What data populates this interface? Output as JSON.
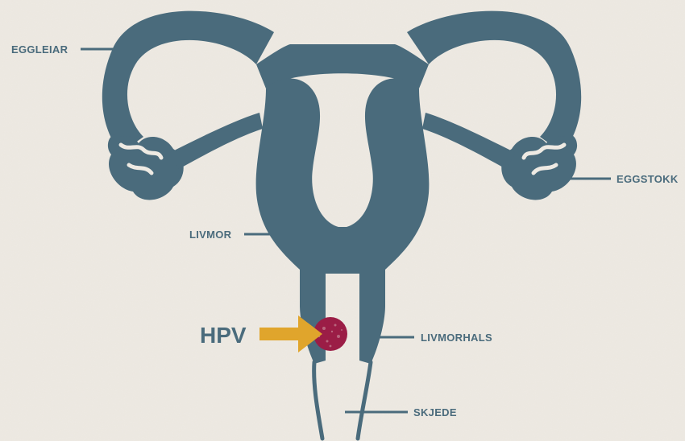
{
  "colors": {
    "background": "#eeeae3",
    "organ": "#4a6b7c",
    "hpv_text": "#4a6b7c",
    "arrow": "#e0a52c",
    "virus": "#9b1d46"
  },
  "labels": {
    "eggleiar": "EGGLEIAR",
    "eggstokk": "EGGSTOKK",
    "livmor": "LIVMOR",
    "livmorhals": "LIVMORHALS",
    "skjede": "SKJEDE"
  },
  "hpv": {
    "text": "HPV"
  }
}
